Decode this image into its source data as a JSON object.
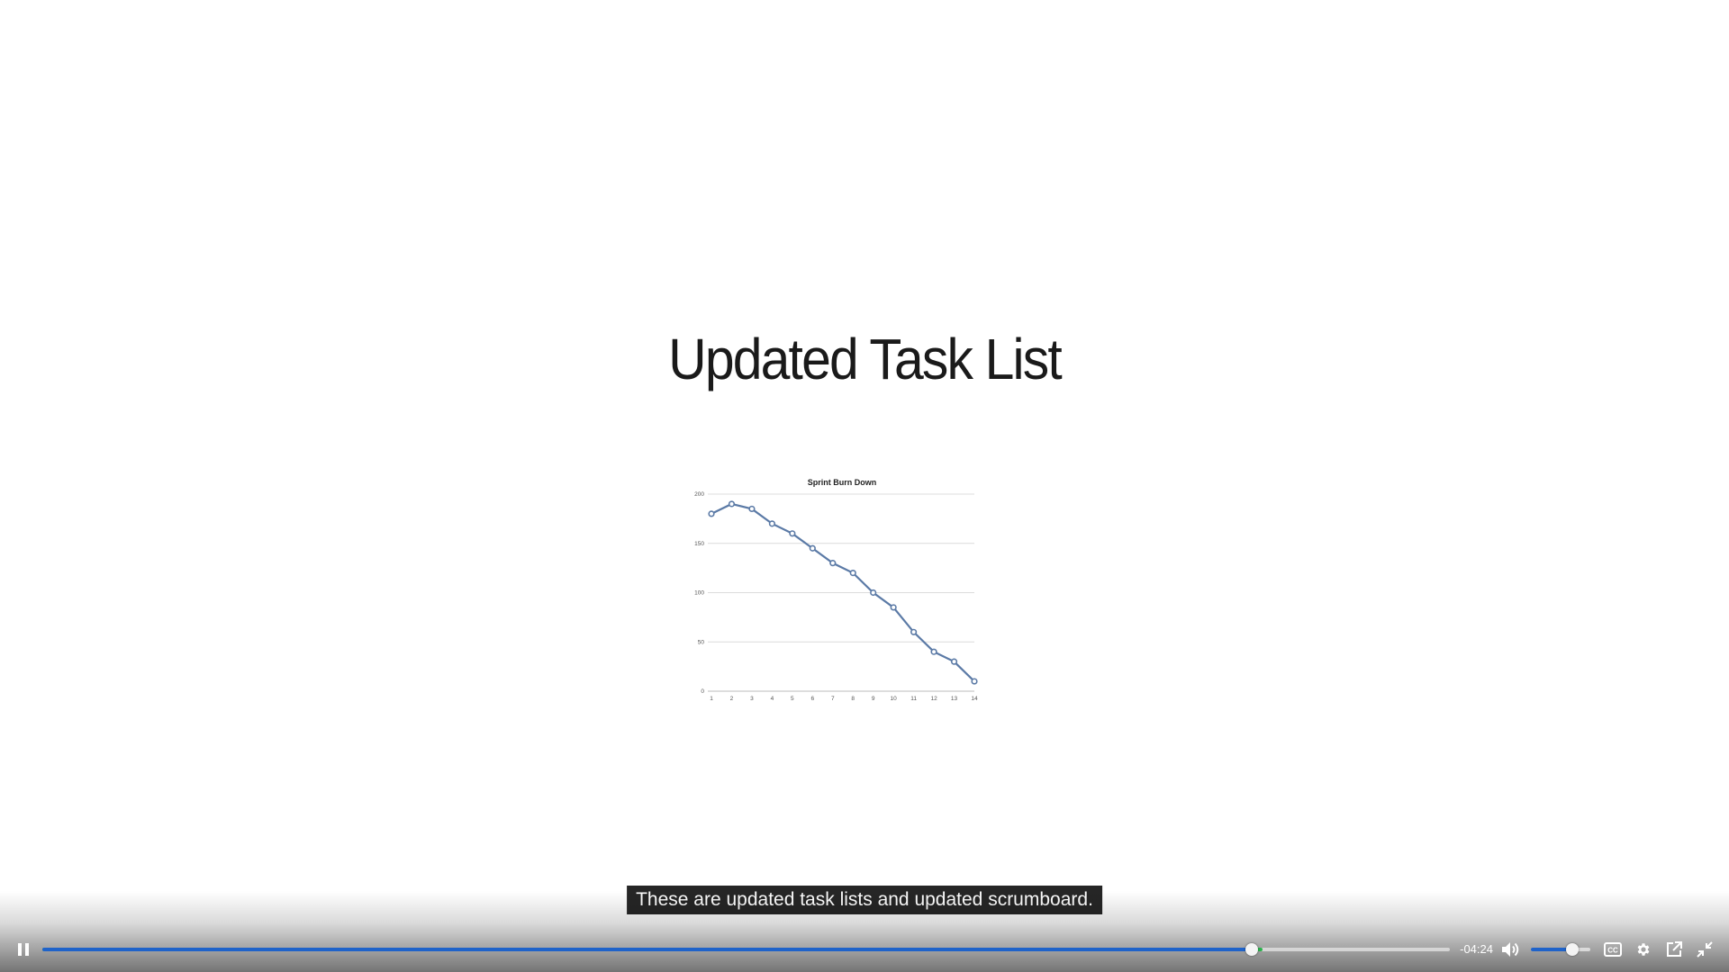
{
  "slide": {
    "title": "Updated Task List"
  },
  "chart_data": {
    "type": "line",
    "title": "Sprint Burn Down",
    "xlabel": "",
    "ylabel": "",
    "x": [
      1,
      2,
      3,
      4,
      5,
      6,
      7,
      8,
      9,
      10,
      11,
      12,
      13,
      14
    ],
    "y_ticks": [
      0,
      50,
      100,
      150,
      200
    ],
    "ylim": [
      0,
      200
    ],
    "series": [
      {
        "values": [
          180,
          190,
          185,
          170,
          160,
          145,
          130,
          120,
          100,
          85,
          60,
          40,
          30,
          10
        ],
        "color": "#5b7aa6"
      }
    ],
    "grid": true,
    "legend": "none"
  },
  "caption": {
    "text": "These are updated task lists and updated scrumboard."
  },
  "player": {
    "state": "playing",
    "played_fraction": 0.859,
    "buffered_fraction": 0.867,
    "time_remaining": "-04:24",
    "volume_fraction": 0.7,
    "colors": {
      "played": "#1f63c9",
      "buffered": "#2bb24c"
    },
    "icons": {
      "play_pause": "pause-icon",
      "volume": "volume-icon",
      "captions": "closed-captions-icon",
      "settings": "gear-icon",
      "popout": "external-link-icon",
      "fullscreen": "exit-fullscreen-icon"
    }
  }
}
